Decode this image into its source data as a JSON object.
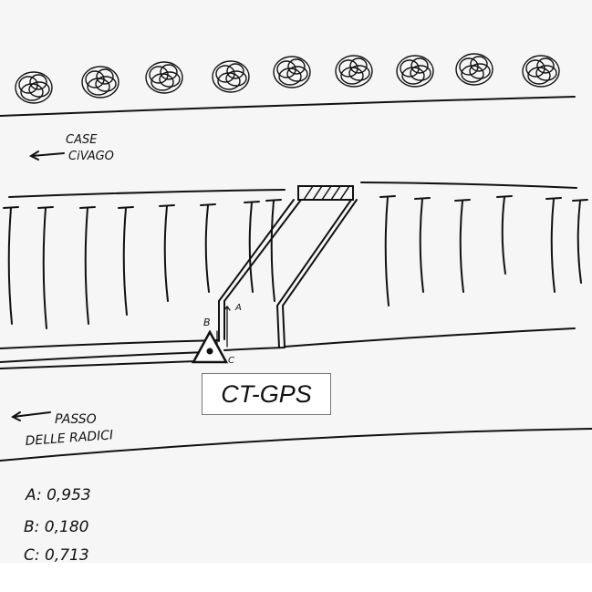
{
  "labels": {
    "case_civago": [
      "CASE",
      "CiVAGO"
    ],
    "passo_delle_radici": [
      "PASSO",
      "DELLE RADICI"
    ],
    "point_a": "A",
    "point_b": "B",
    "point_c": "C",
    "station": "CT-GPS"
  },
  "measurements": [
    {
      "label": "A: 0,953"
    },
    {
      "label": "B: 0,180"
    },
    {
      "label": "C: 0,713"
    }
  ],
  "colors": {
    "ink": "#111111",
    "paper": "#f6f6f6"
  }
}
